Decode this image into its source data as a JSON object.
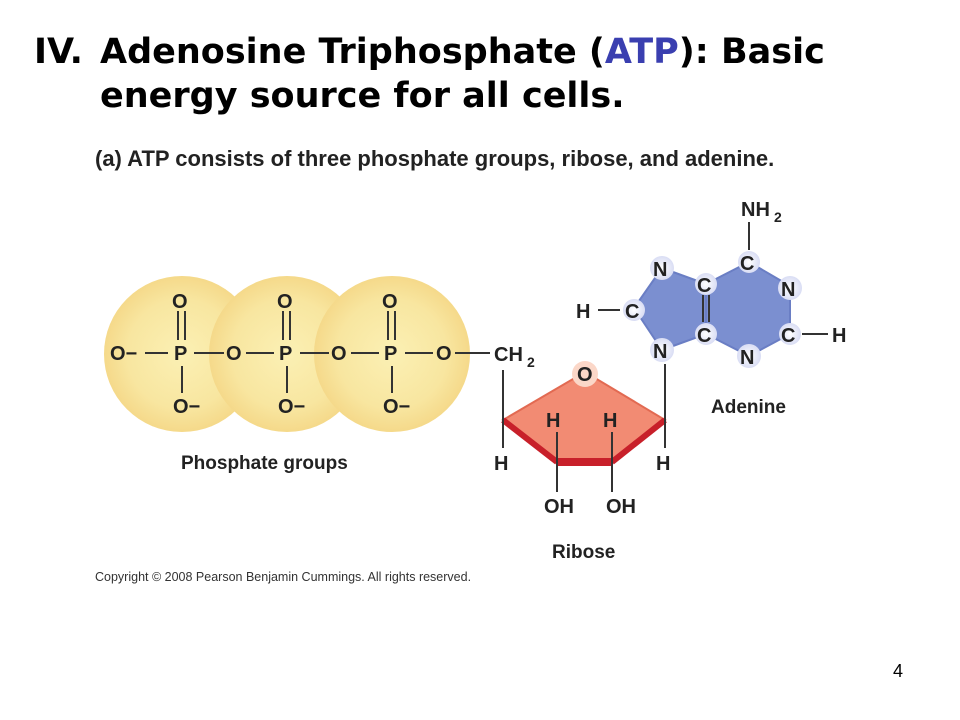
{
  "slide": {
    "heading_number": "IV.",
    "heading_part1": "Adenosine Triphosphate (",
    "heading_atp": "ATP",
    "heading_part2": "): Basic",
    "heading_line2": "energy source for all cells.",
    "subtitle": "(a) ATP consists of three phosphate groups, ribose, and adenine.",
    "copyright": "Copyright © 2008 Pearson Benjamin Cummings. All rights reserved.",
    "page_number": "4"
  },
  "diagram": {
    "labels": {
      "phosphate_groups": "Phosphate groups",
      "ribose": "Ribose",
      "adenine": "Adenine"
    },
    "atoms": {
      "O": "O",
      "P": "P",
      "O_minus": "O−",
      "CH2": "CH",
      "CH2_sub": "2",
      "H": "H",
      "OH": "OH",
      "N": "N",
      "C": "C",
      "NH2": "NH",
      "NH2_sub": "2"
    },
    "colors": {
      "phosphate_fill": "#f7e79a",
      "ribose_fill": "#f28b73",
      "ribose_edge": "#c8202a",
      "adenine_fill": "#7b8fd0",
      "atp_highlight": "#3a3fb0"
    }
  }
}
